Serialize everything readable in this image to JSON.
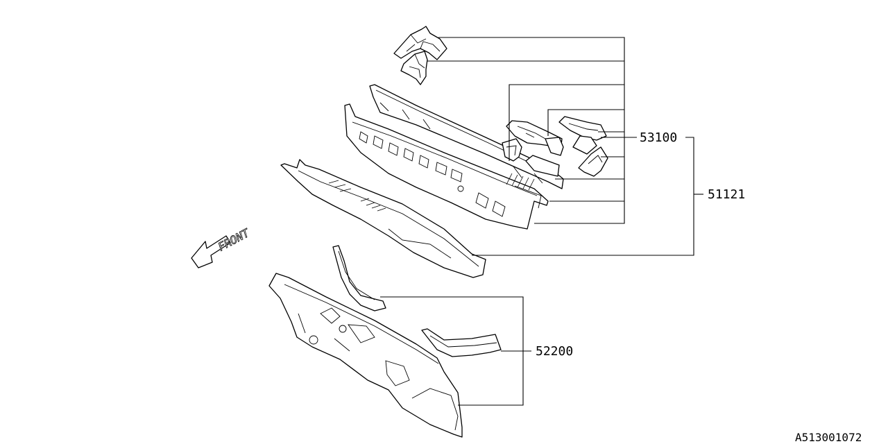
{
  "diagram": {
    "callouts": {
      "c53100": "53100",
      "c51121": "51121",
      "c52200": "52200"
    },
    "direction_label": "FRONT",
    "illustration_code": "A513001072"
  }
}
